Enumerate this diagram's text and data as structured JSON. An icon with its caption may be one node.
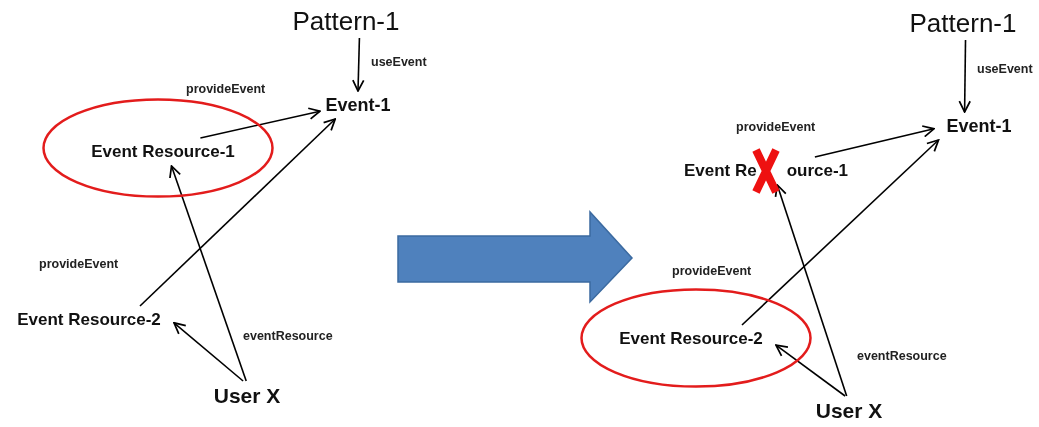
{
  "diagram": {
    "nodes": [
      {
        "text": [
          "Pattern-1"
        ]
      },
      {
        "text": [
          "Event-1"
        ]
      },
      {
        "text": [],
        "shape": "ellipse"
      },
      {
        "text": [
          "Event Resource-1"
        ],
        "in": 2
      },
      {
        "text": [
          "Event Resource-2"
        ]
      },
      {
        "text": [
          "User X"
        ]
      },
      {
        "text": [
          "Pattern-1"
        ]
      },
      {
        "text": [
          "Event-1"
        ]
      },
      {
        "text": [
          "Event Re",
          "ource-1"
        ]
      },
      {
        "text": [],
        "shape": "ellipse"
      },
      {
        "text": [
          "Event Resource-2"
        ],
        "in": 9
      },
      {
        "text": [
          "User X"
        ]
      }
    ],
    "edges": [
      {
        "from": 0,
        "to": 1,
        "arrow": "to",
        "label": "useEvent"
      },
      {
        "from": 3,
        "to": 1,
        "arrow": "to",
        "label": "provideEvent"
      },
      {
        "from": 4,
        "to": 1,
        "arrow": "to",
        "label": "provideEvent"
      },
      {
        "from": 5,
        "to": 3,
        "arrow": "to",
        "label": "eventResource"
      },
      {
        "from": 5,
        "to": 4,
        "arrow": "to"
      },
      {
        "from": 6,
        "to": 7,
        "arrow": "to",
        "label": "useEvent"
      },
      {
        "from": 8,
        "to": 7,
        "arrow": "to",
        "label": "provideEvent"
      },
      {
        "from": 10,
        "to": 7,
        "arrow": "to",
        "label": "provideEvent"
      },
      {
        "from": 11,
        "to": 8,
        "arrow": "to",
        "label": "eventResource"
      },
      {
        "from": 11,
        "to": 10,
        "arrow": "to"
      }
    ]
  }
}
